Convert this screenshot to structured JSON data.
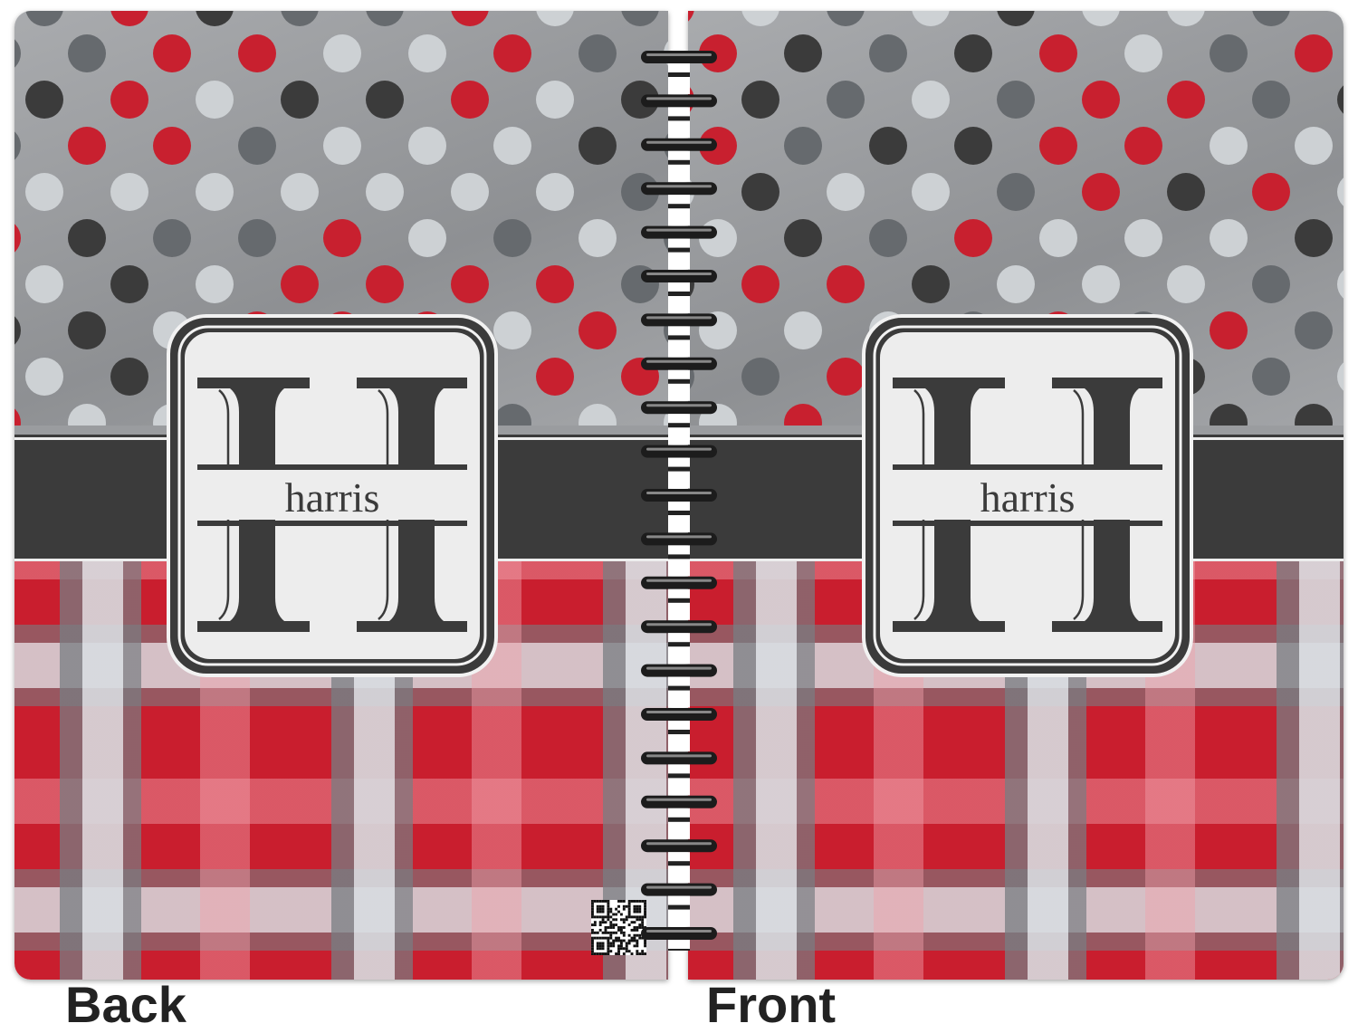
{
  "back_cover": {
    "label": "Back",
    "monogram": {
      "initial": "H",
      "name": "harris"
    }
  },
  "front_cover": {
    "label": "Front",
    "monogram": {
      "initial": "H",
      "name": "harris"
    }
  },
  "colors": {
    "red": "#c8202f",
    "dark": "#3b3b3b",
    "mid_gray": "#666a6e",
    "light_gray": "#cdd1d4",
    "background_gray": "#9a9c9f"
  }
}
